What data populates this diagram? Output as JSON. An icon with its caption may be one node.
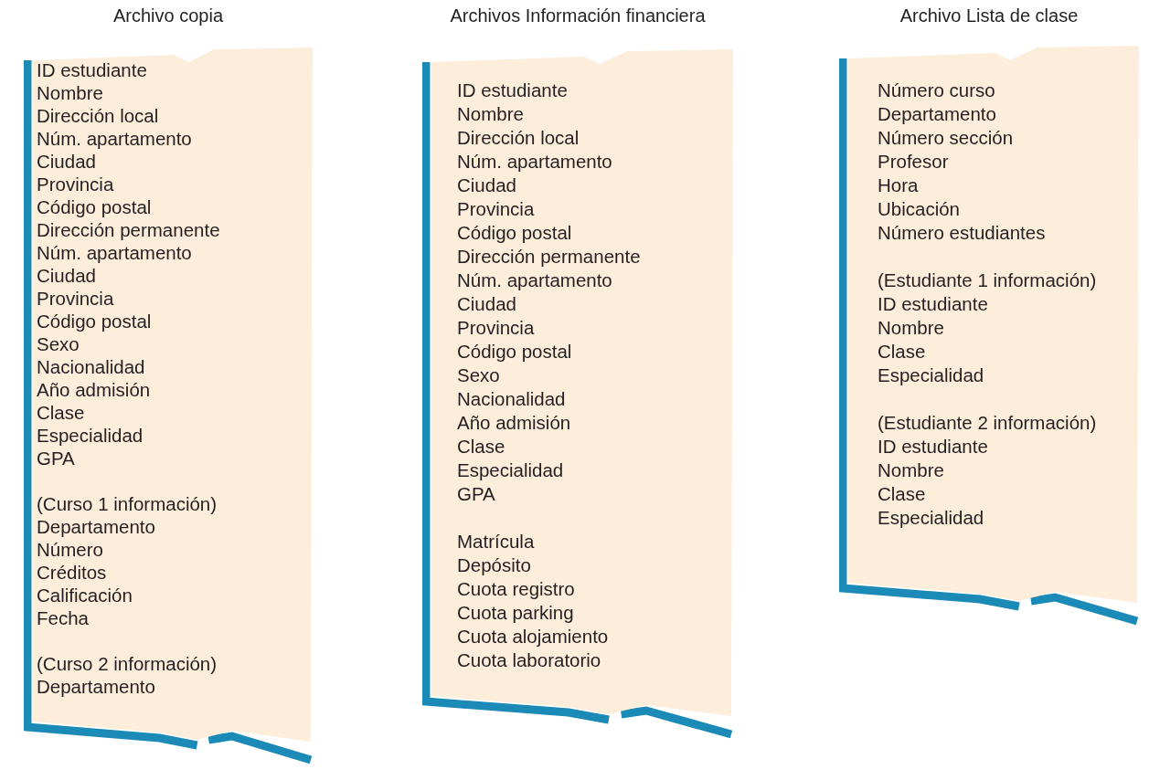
{
  "diagram": {
    "nodes": [
      {
        "text": [
          "Archivo copia",
          "ID estudiante",
          "Nombre",
          "Dirección local",
          "Núm. apartamento",
          "Ciudad",
          "Provincia",
          "Código postal",
          "Dirección permanente",
          "Núm. apartamento",
          "Ciudad",
          "Provincia",
          "Código postal",
          "Sexo",
          "Nacionalidad",
          "Año admisión",
          "Clase",
          "Especialidad",
          "GPA",
          "(Curso 1 información)",
          "Departamento",
          "Número",
          "Créditos",
          "Calificación",
          "Fecha",
          "(Curso 2 información)",
          "Departamento"
        ]
      },
      {
        "text": [
          "Archivos Información financiera",
          "ID estudiante",
          "Nombre",
          "Dirección local",
          "Núm. apartamento",
          "Ciudad",
          "Provincia",
          "Código postal",
          "Dirección permanente",
          "Núm. apartamento",
          "Ciudad",
          "Provincia",
          "Código postal",
          "Sexo",
          "Nacionalidad",
          "Año admisión",
          "Clase",
          "Especialidad",
          "GPA",
          "Matrícula",
          "Depósito",
          "Cuota registro",
          "Cuota parking",
          "Cuota alojamiento",
          "Cuota laboratorio"
        ]
      },
      {
        "text": [
          "Archivo Lista de clase",
          "Número curso",
          "Departamento",
          "Número sección",
          "Profesor",
          "Hora",
          "Ubicación",
          "Número estudiantes",
          "(Estudiante 1 información)",
          "ID estudiante",
          "Nombre",
          "Clase",
          "Especialidad",
          "(Estudiante 2 información)",
          "ID estudiante",
          "Nombre",
          "Clase",
          "Especialidad"
        ]
      }
    ]
  }
}
